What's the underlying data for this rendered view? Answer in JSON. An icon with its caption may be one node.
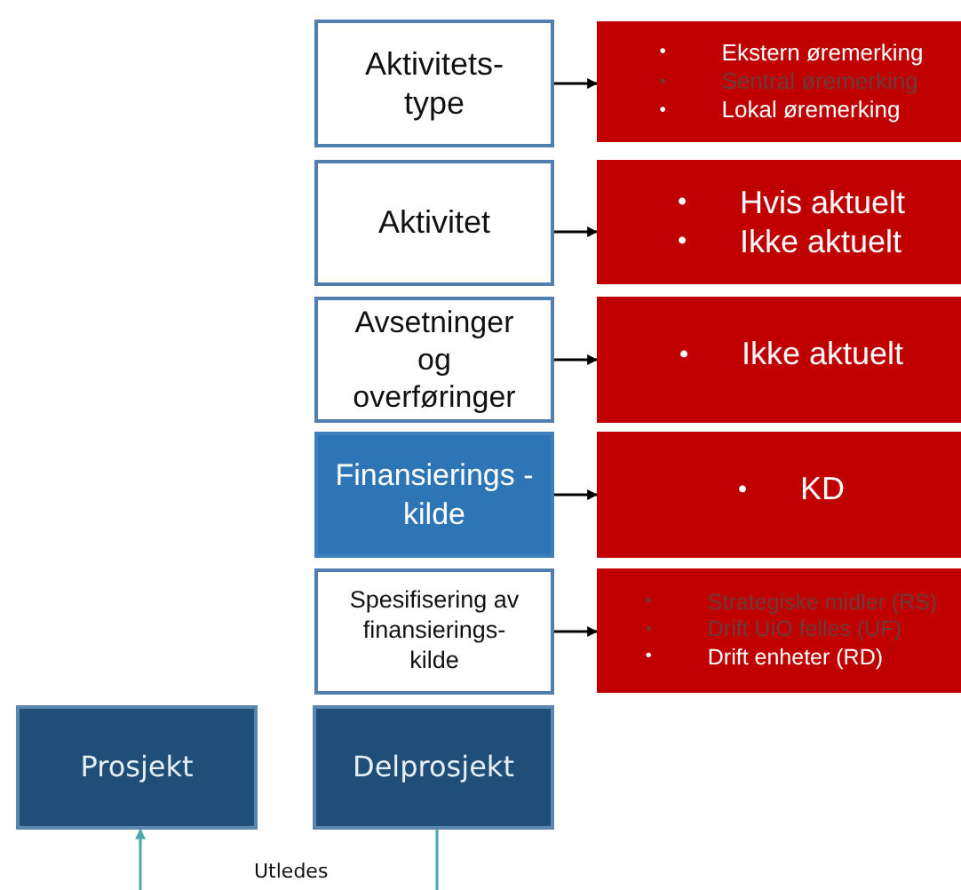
{
  "diagram": {
    "nodes": [
      {
        "text": [
          "Aktivitets- type"
        ]
      },
      {
        "text": [
          "•",
          "Ekstern øremerking",
          "•",
          "Sentral øremerking",
          "•",
          "Lokal øremerking"
        ]
      },
      {
        "text": [
          "Aktivitet"
        ]
      },
      {
        "text": [
          "•",
          "Hvis aktuelt",
          "•",
          "Ikke aktuelt"
        ]
      },
      {
        "text": [
          "Avsetninger og overføringer"
        ]
      },
      {
        "text": [
          "•",
          "Ikke aktuelt"
        ]
      },
      {
        "text": [
          "Finansierings -kilde"
        ]
      },
      {
        "text": [
          "•",
          "KD"
        ]
      },
      {
        "text": [
          "Spesifisering av finansierings- kilde"
        ]
      },
      {
        "text": [
          "•",
          "Strategiske midler (RS)",
          "•",
          "Drift UiO felles (UF)",
          "•",
          "Drift enheter (RD)"
        ]
      },
      {
        "text": [
          "Prosjekt"
        ]
      },
      {
        "text": [
          "Delprosjekt"
        ]
      }
    ],
    "edges": [
      {
        "from": 0,
        "to": 1,
        "arrow": "to"
      },
      {
        "from": 2,
        "to": 3,
        "arrow": "to"
      },
      {
        "from": 4,
        "to": 5,
        "arrow": "to"
      },
      {
        "from": 6,
        "to": 7,
        "arrow": "to"
      },
      {
        "from": 8,
        "to": 9,
        "arrow": "to"
      },
      {
        "from": 11,
        "to": 10,
        "arrow": "to",
        "label": "Utledes",
        "color": "#4aa8b0"
      }
    ]
  }
}
